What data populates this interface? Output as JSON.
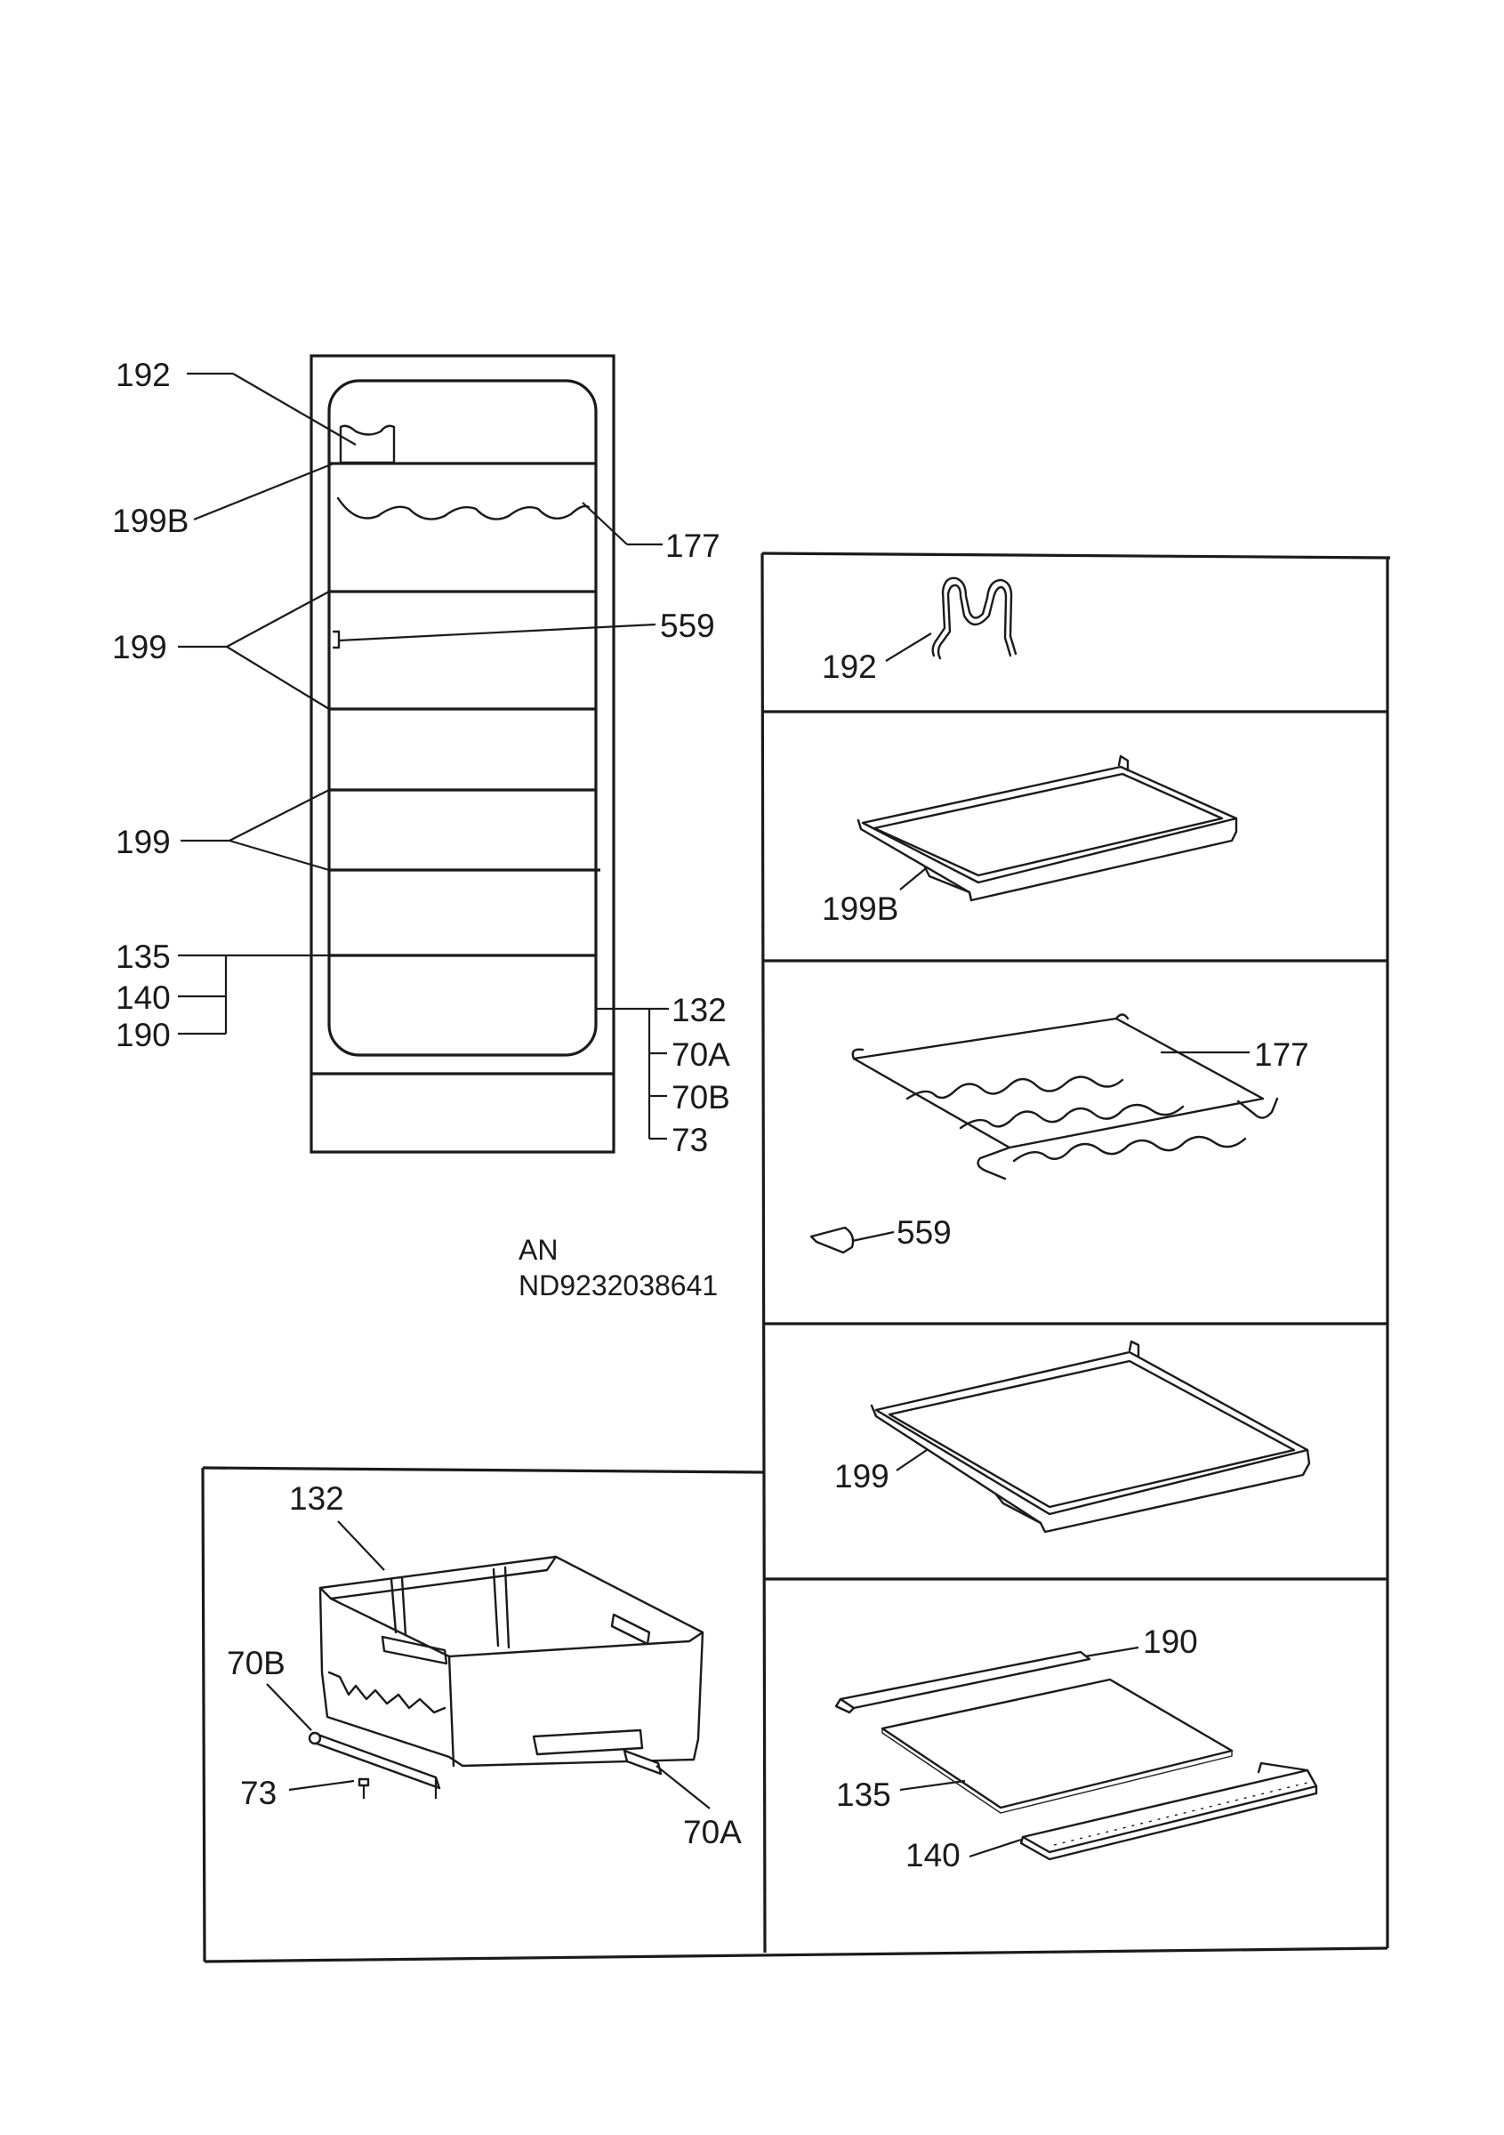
{
  "labels": {
    "l192a": "192",
    "l199Ba": "199B",
    "l177a": "177",
    "l199a": "199",
    "l559a": "559",
    "l199b": "199",
    "l135a": "135",
    "l140a": "140",
    "l190a": "190",
    "l132a": "132",
    "l70Aa": "70A",
    "l70Ba": "70B",
    "l73a": "73",
    "l192b": "192",
    "l199Bb": "199B",
    "l177b": "177",
    "l559b": "559",
    "l199c": "199",
    "l190b": "190",
    "l135b": "135",
    "l140b": "140",
    "l132b": "132",
    "l70Bb": "70B",
    "l73b": "73",
    "l70Ab": "70A"
  },
  "code": {
    "line1": "AN",
    "line2": "ND9232038641"
  }
}
